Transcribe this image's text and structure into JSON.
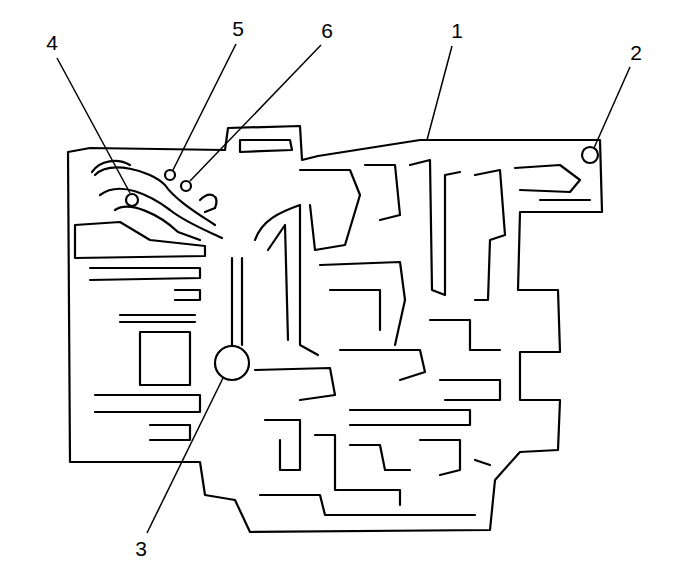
{
  "diagram": {
    "labels": [
      "4",
      "5",
      "6",
      "1",
      "2",
      "3"
    ]
  }
}
